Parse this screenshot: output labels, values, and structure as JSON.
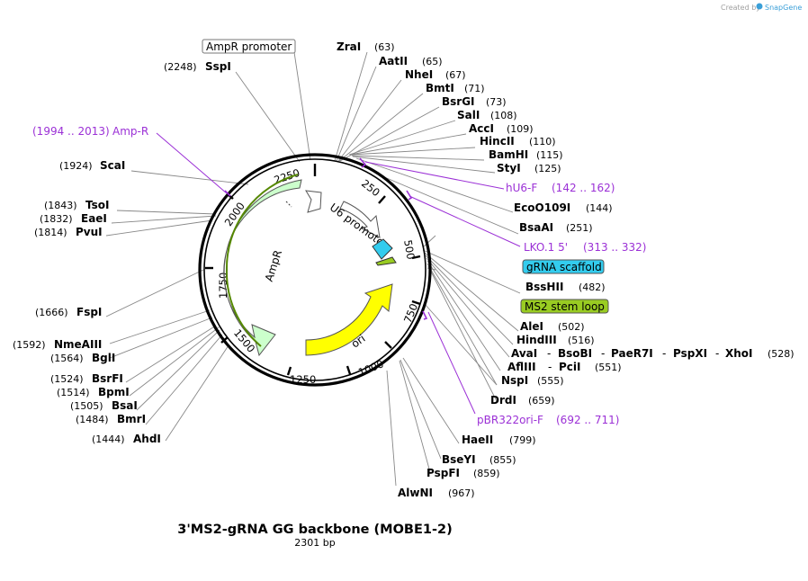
{
  "credit": {
    "prefix": "Created by",
    "brand": "SnapGene"
  },
  "plasmid": {
    "name": "3'MS2-gRNA GG backbone (MOBE1-2)",
    "length_label": "2301 bp"
  },
  "ticks": [
    "250",
    "500",
    "750",
    "1000",
    "1250",
    "1500",
    "1750",
    "2000",
    "2250"
  ],
  "features": {
    "ampr": "AmpR",
    "ori": "ori",
    "u6": "U6 promoter",
    "ampr_promoter": "AmpR promoter",
    "grna_scaffold": "gRNA scaffold",
    "ms2": "MS2 stem loop"
  },
  "sites": {
    "zrai": {
      "name": "ZraI",
      "pos": "(63)"
    },
    "aatii": {
      "name": "AatII",
      "pos": "(65)"
    },
    "nhei": {
      "name": "NheI",
      "pos": "(67)"
    },
    "bmti": {
      "name": "BmtI",
      "pos": "(71)"
    },
    "bsrgi": {
      "name": "BsrGI",
      "pos": "(73)"
    },
    "sali": {
      "name": "SalI",
      "pos": "(108)"
    },
    "acci": {
      "name": "AccI",
      "pos": "(109)"
    },
    "hincii": {
      "name": "HincII",
      "pos": "(110)"
    },
    "bamhi": {
      "name": "BamHI",
      "pos": "(115)"
    },
    "styi": {
      "name": "StyI",
      "pos": "(125)"
    },
    "eco0109i": {
      "name": "EcoO109I",
      "pos": "(144)"
    },
    "bsaai": {
      "name": "BsaAI",
      "pos": "(251)"
    },
    "bsshii": {
      "name": "BssHII",
      "pos": "(482)"
    },
    "alei": {
      "name": "AleI",
      "pos": "(502)"
    },
    "hindiii": {
      "name": "HindIII",
      "pos": "(516)"
    },
    "avai": {
      "name": "AvaI",
      "sep": "-",
      "bsobi": "BsoBI",
      "paer7i": "PaeR7I",
      "pspxi": "PspXI",
      "xhoi": "XhoI",
      "pos": "(528)"
    },
    "afliii": {
      "name": "AflIII",
      "sep": "-",
      "pcii": "PciI",
      "pos": "(551)"
    },
    "nspi": {
      "name": "NspI",
      "pos": "(555)"
    },
    "drdi": {
      "name": "DrdI",
      "pos": "(659)"
    },
    "haeii": {
      "name": "HaeII",
      "pos": "(799)"
    },
    "bseyi": {
      "name": "BseYI",
      "pos": "(855)"
    },
    "pspfi": {
      "name": "PspFI",
      "pos": "(859)"
    },
    "alwni": {
      "name": "AlwNI",
      "pos": "(967)"
    },
    "sspi": {
      "name": "SspI",
      "pos": "(2248)"
    },
    "scai": {
      "name": "ScaI",
      "pos": "(1924)"
    },
    "tsoi": {
      "name": "TsoI",
      "pos": "(1843)"
    },
    "eaei": {
      "name": "EaeI",
      "pos": "(1832)"
    },
    "pvui": {
      "name": "PvuI",
      "pos": "(1814)"
    },
    "fspi": {
      "name": "FspI",
      "pos": "(1666)"
    },
    "nmeaiii": {
      "name": "NmeAIII",
      "pos": "(1592)"
    },
    "bgli": {
      "name": "BglI",
      "pos": "(1564)"
    },
    "bsrfi": {
      "name": "BsrFI",
      "pos": "(1524)"
    },
    "bpmi": {
      "name": "BpmI",
      "pos": "(1514)"
    },
    "bsai": {
      "name": "BsaI",
      "pos": "(1505)"
    },
    "bmri": {
      "name": "BmrI",
      "pos": "(1484)"
    },
    "ahdi": {
      "name": "AhdI",
      "pos": "(1444)"
    }
  },
  "primers": {
    "amp_r": {
      "name": "Amp-R",
      "range": "(1994 .. 2013)"
    },
    "hu6_f": {
      "name": "hU6-F",
      "range": "(142 .. 162)"
    },
    "lko": {
      "name": "LKO.1 5'",
      "range": "(313 .. 332)"
    },
    "pbr": {
      "name": "pBR322ori-F",
      "range": "(692 .. 711)"
    }
  },
  "colors": {
    "ampr_fill": "#ccffcc",
    "ori_fill": "#ffff00",
    "scaffold_fill": "#33ccee",
    "ms2_fill": "#99cc22",
    "primer": "#9b30d6",
    "lines": "#888888",
    "brand": "#3a9fd8"
  }
}
